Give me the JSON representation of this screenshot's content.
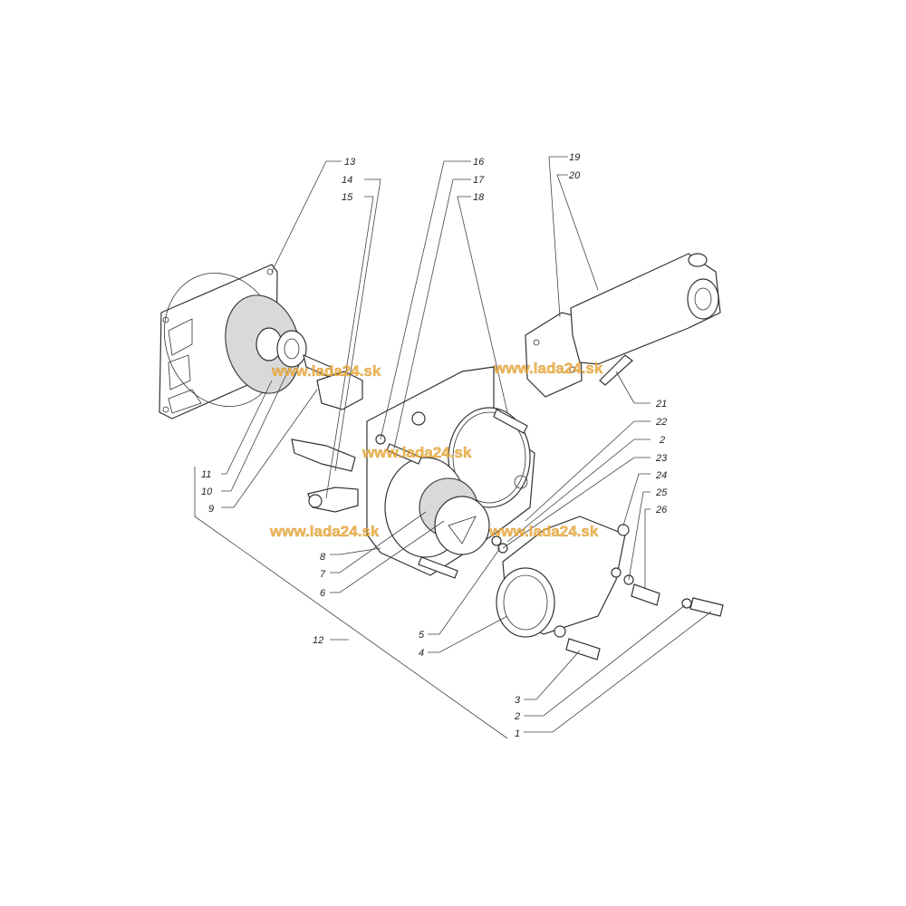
{
  "diagram": {
    "callouts": [
      "13",
      "14",
      "15",
      "16",
      "17",
      "18",
      "19",
      "20",
      "21",
      "22",
      "2",
      "23",
      "24",
      "25",
      "26",
      "11",
      "10",
      "9",
      "8",
      "7",
      "6",
      "12",
      "5",
      "4",
      "3",
      "2",
      "1"
    ],
    "watermark": "www.lada24.sk"
  }
}
